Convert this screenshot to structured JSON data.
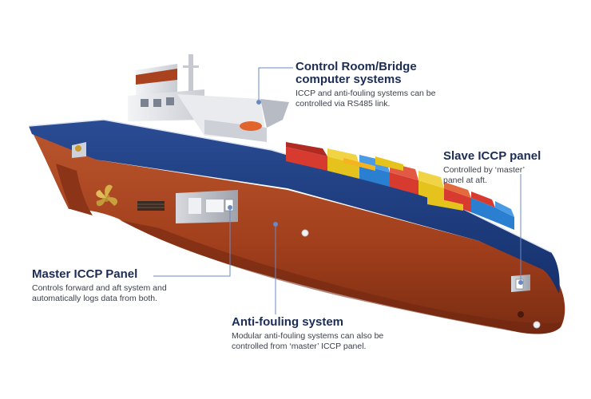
{
  "colors": {
    "hull": "#a8421f",
    "hull_dark": "#7a2c12",
    "deck_band": "#1f3f86",
    "superstructure": "#e4e6ea",
    "callout_line": "#6b89c4",
    "title_text": "#1b2d55"
  },
  "callouts": {
    "control_room": {
      "title_line1": "Control Room/Bridge",
      "title_line2": "computer systems",
      "desc_line1": "ICCP and anti-fouling systems can be",
      "desc_line2": "controlled via RS485 link."
    },
    "slave_panel": {
      "title": "Slave ICCP panel",
      "desc_line1": "Controlled by ‘master’",
      "desc_line2": "panel at aft."
    },
    "master_panel": {
      "title": "Master ICCP Panel",
      "desc_line1": "Controls forward and aft system and",
      "desc_line2": "automatically logs data from both."
    },
    "anti_fouling": {
      "title": "Anti-fouling system",
      "desc_line1": "Modular anti-fouling systems can also be",
      "desc_line2": "controlled from ‘master’ ICCP panel."
    }
  }
}
